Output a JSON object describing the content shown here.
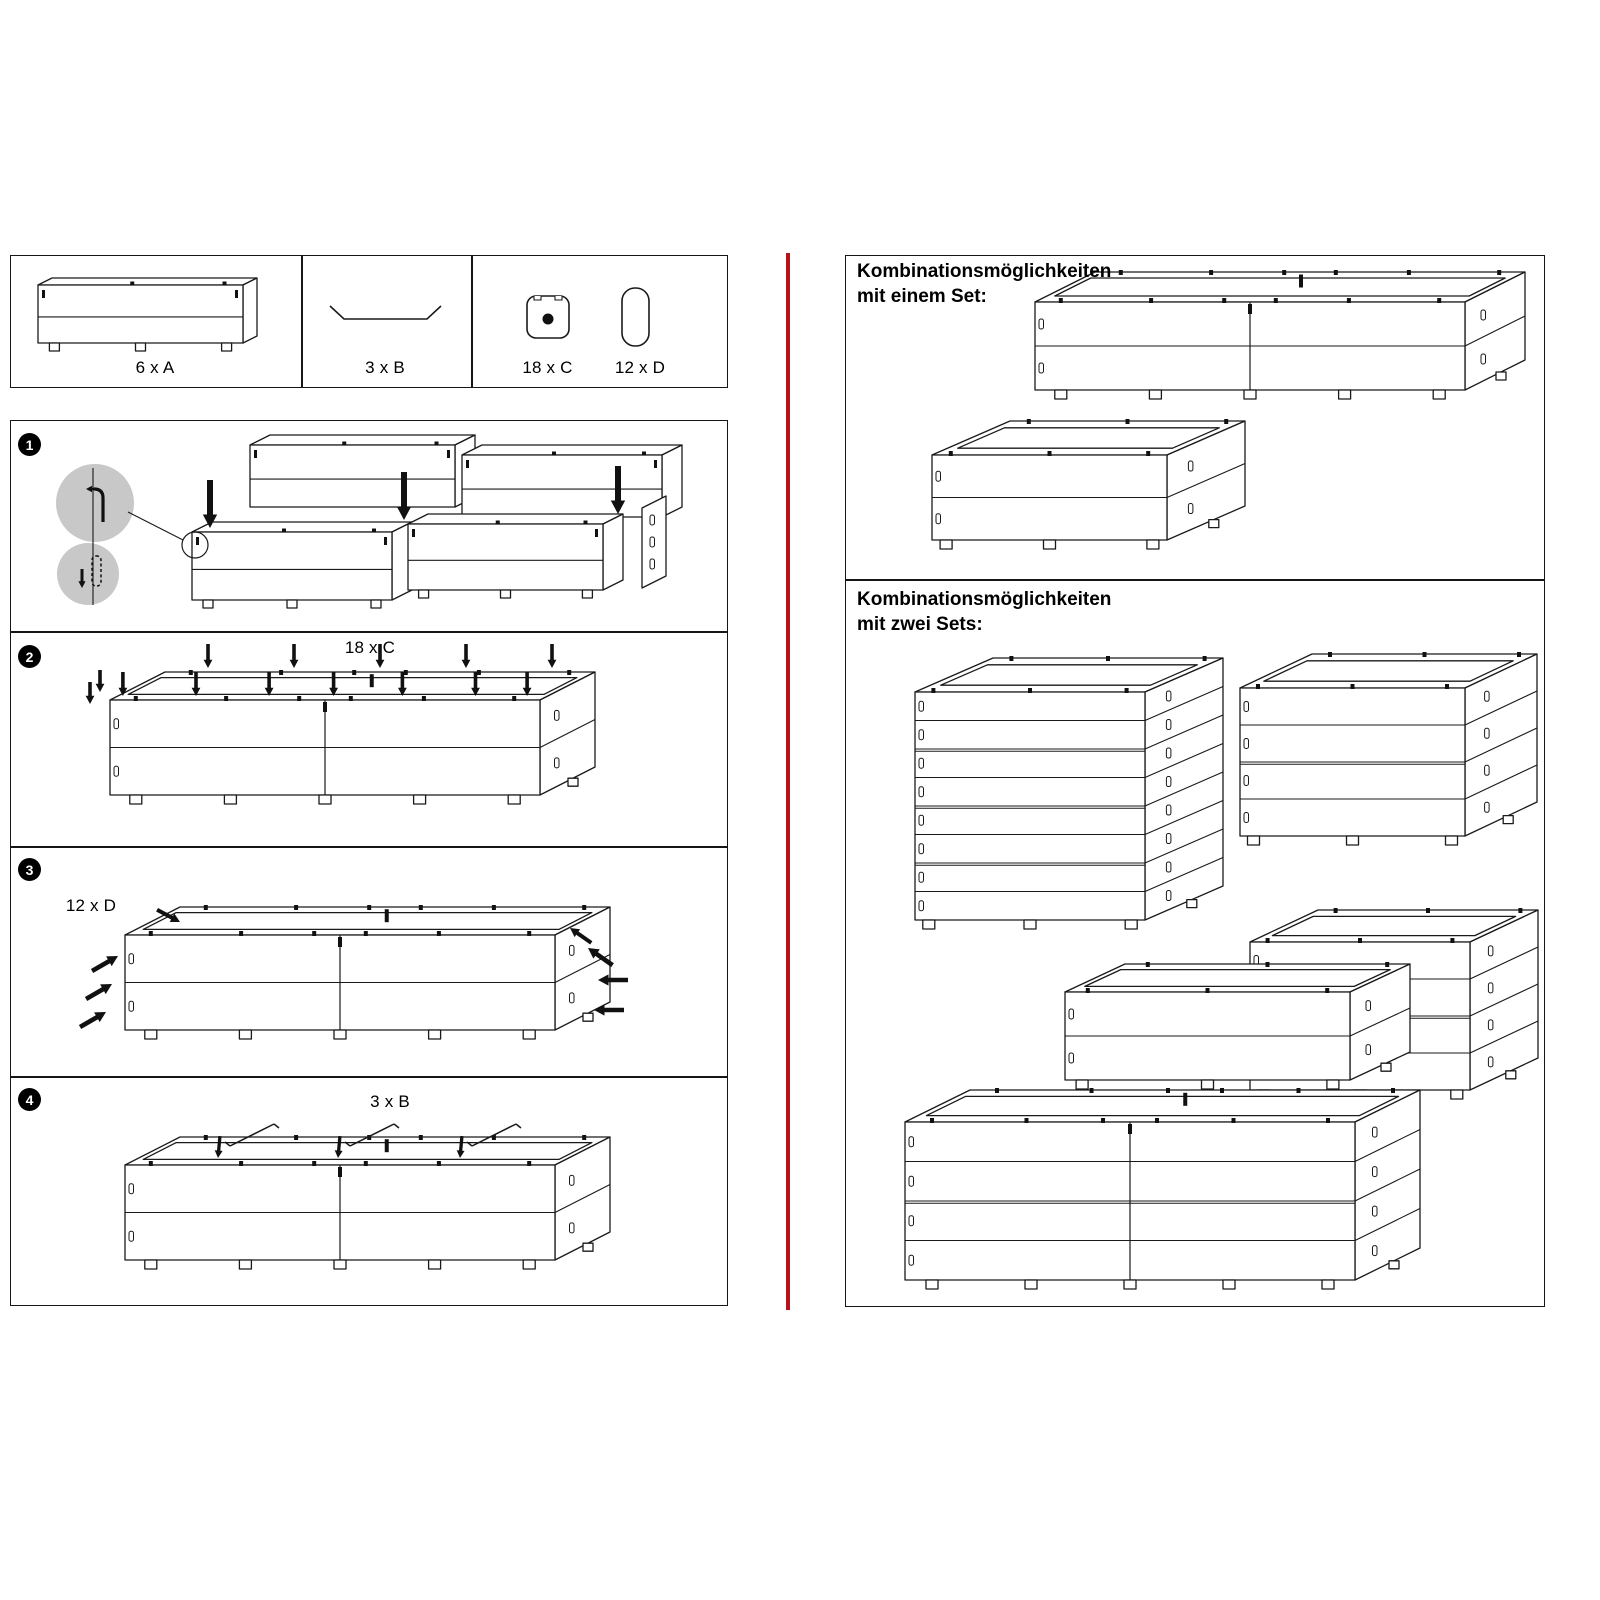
{
  "parts_box": {
    "part_a_label": "6 x A",
    "part_b_label": "3 x B",
    "part_c_label": "18 x C",
    "part_d_label": "12 x D"
  },
  "steps": {
    "step1_number": "1",
    "step2_number": "2",
    "step3_number": "3",
    "step4_number": "4",
    "step2_part_label": "18 x C",
    "step3_part_label": "12 x D",
    "step4_part_label": "3 x B"
  },
  "combinations": {
    "one_set_title_line1": "Kombinationsmöglichkeiten",
    "one_set_title_line2": "mit einem Set:",
    "two_set_title_line1": "Kombinationsmöglichkeiten",
    "two_set_title_line2": "mit zwei Sets:"
  },
  "colors": {
    "line": "#1a1a1a",
    "divider_red": "#b5121b"
  }
}
